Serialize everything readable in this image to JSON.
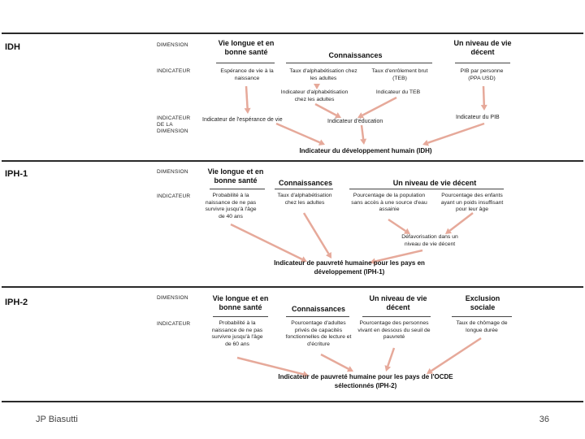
{
  "footer": {
    "author": "JP Biasutti",
    "page": "36"
  },
  "idh": {
    "title": "IDH",
    "row_dimension": "DIMENSION",
    "row_indicator": "INDICATEUR",
    "row_dim_indicator": "INDICATEUR DE LA DIMENSION",
    "dims": [
      "Vie longue et en bonne santé",
      "Connaissances",
      "Un niveau de vie décent"
    ],
    "indicators": [
      "Espérance de vie à la naissance",
      "Taux d'alphabétisation chez les adultes",
      "Taux d'enrôlement brut (TEB)",
      "PIB par personne (PPA USD)"
    ],
    "sub_indicators": [
      "Indicateur d'alphabétisation chez les adultes",
      "Indicateur du TEB"
    ],
    "dim_indicators": [
      "Indicateur de l'espérance de vie",
      "Indicateur d'éducation",
      "Indicateur du PIB"
    ],
    "result": "Indicateur du développement humain (IDH)"
  },
  "iph1": {
    "title": "IPH-1",
    "row_dimension": "DIMENSION",
    "row_indicator": "INDICATEUR",
    "dims": [
      "Vie longue et en bonne santé",
      "Connaissances",
      "Un niveau de vie décent"
    ],
    "indicators": [
      "Probabilité à la naissance de ne pas survivre jusqu'à l'âge de 40 ans",
      "Taux d'alphabétisation chez les adultes",
      "Pourcentage de la population sans accès à une source d'eau assainie",
      "Pourcentage des enfants ayant un poids insuffisant pour leur âge"
    ],
    "sub": "Défavorisation dans un niveau de vie décent",
    "result": "Indicateur de pauvreté humaine pour les pays en développement (IPH-1)"
  },
  "iph2": {
    "title": "IPH-2",
    "row_dimension": "DIMENSION",
    "row_indicator": "INDICATEUR",
    "dims": [
      "Vie longue et en bonne santé",
      "Connaissances",
      "Un niveau de vie décent",
      "Exclusion sociale"
    ],
    "indicators": [
      "Probabilité à la naissance de ne pas survivre jusqu'à l'âge de 60 ans",
      "Pourcentage d'adultes privés de capacités fonctionnelles de lecture et d'écriture",
      "Pourcentage des personnes vivant en dessous du seuil de pauvreté",
      "Taux de chômage de longue durée"
    ],
    "result": "Indicateur de pauvreté humaine pour les pays de l'OCDE sélectionnés (IPH-2)"
  },
  "colors": {
    "arrow": "#e6a99a",
    "rule": "#2a2a2a"
  }
}
